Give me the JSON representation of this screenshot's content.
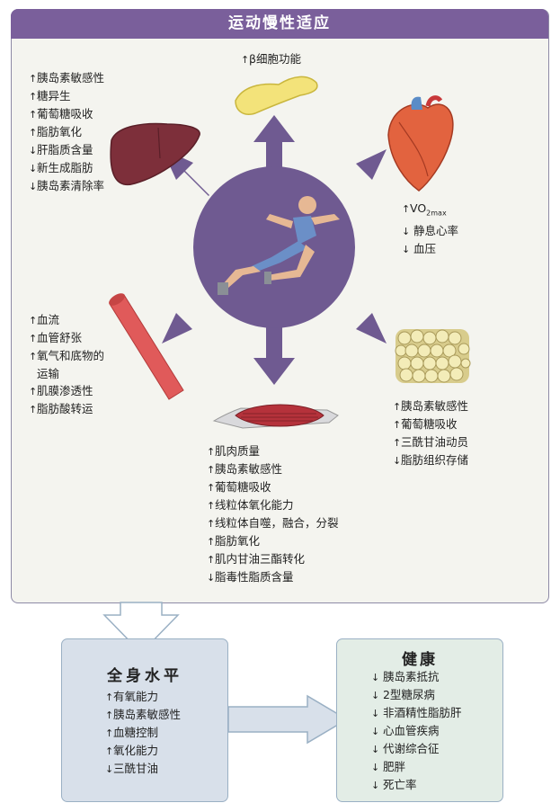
{
  "header": {
    "title": "运动慢性适应"
  },
  "pancreas": {
    "items": [
      {
        "arrow": "↑",
        "text": "β细胞功能"
      }
    ]
  },
  "liver": {
    "items": [
      {
        "arrow": "↑",
        "text": "胰岛素敏感性"
      },
      {
        "arrow": "↑",
        "text": "糖异生"
      },
      {
        "arrow": "↑",
        "text": "葡萄糖吸收"
      },
      {
        "arrow": "↑",
        "text": "脂肪氧化"
      },
      {
        "arrow": "↓",
        "text": "肝脂质含量"
      },
      {
        "arrow": "↓",
        "text": "新生成脂肪"
      },
      {
        "arrow": "↓",
        "text": "胰岛素清除率"
      }
    ]
  },
  "heart": {
    "vo2": {
      "arrow": "↑",
      "base": "VO",
      "sub": "2max"
    },
    "items": [
      {
        "arrow": "↓",
        "text": "静息心率"
      },
      {
        "arrow": "↓",
        "text": "血压"
      }
    ]
  },
  "vessel": {
    "items": [
      {
        "arrow": "↑",
        "text": "血流"
      },
      {
        "arrow": "↑",
        "text": "血管舒张"
      },
      {
        "arrow": "↑",
        "text": "氧气和底物的"
      },
      {
        "arrow": "",
        "text": "运输"
      },
      {
        "arrow": "↑",
        "text": "肌膜渗透性"
      },
      {
        "arrow": "↑",
        "text": "脂肪酸转运"
      }
    ]
  },
  "fat": {
    "items": [
      {
        "arrow": "↑",
        "text": "胰岛素敏感性"
      },
      {
        "arrow": "↑",
        "text": "葡萄糖吸收"
      },
      {
        "arrow": "↑",
        "text": "三酰甘油动员"
      },
      {
        "arrow": "↓",
        "text": "脂肪组织存储"
      }
    ]
  },
  "muscle": {
    "items": [
      {
        "arrow": "↑",
        "text": "肌肉质量"
      },
      {
        "arrow": "↑",
        "text": "胰岛素敏感性"
      },
      {
        "arrow": "↑",
        "text": "葡萄糖吸收"
      },
      {
        "arrow": "↑",
        "text": "线粒体氧化能力"
      },
      {
        "arrow": "↑",
        "text": "线粒体自噬，融合，分裂"
      },
      {
        "arrow": "↑",
        "text": "脂肪氧化"
      },
      {
        "arrow": "↑",
        "text": "肌内甘油三酯转化"
      },
      {
        "arrow": "↓",
        "text": "脂毒性脂质含量"
      }
    ]
  },
  "whole_body": {
    "title": "全身水平",
    "items": [
      {
        "arrow": "↑",
        "text": "有氧能力"
      },
      {
        "arrow": "↑",
        "text": "胰岛素敏感性"
      },
      {
        "arrow": "↑",
        "text": "血糖控制"
      },
      {
        "arrow": "↑",
        "text": "氧化能力"
      },
      {
        "arrow": "↓",
        "text": "三酰甘油"
      }
    ]
  },
  "health": {
    "title": "健康",
    "items": [
      {
        "arrow": "↓",
        "text": "胰岛素抵抗"
      },
      {
        "arrow": "↓",
        "text": "2型糖尿病"
      },
      {
        "arrow": "↓",
        "text": "非酒精性脂肪肝"
      },
      {
        "arrow": "↓",
        "text": "心血管疾病"
      },
      {
        "arrow": "↓",
        "text": "代谢综合征"
      },
      {
        "arrow": "↓",
        "text": "肥胖"
      },
      {
        "arrow": "↓",
        "text": "死亡率"
      }
    ]
  },
  "colors": {
    "header": "#7a5f9b",
    "hub": "#6f5a91",
    "whole_body_box": "#d8e0ea",
    "health_box": "#e3ede6",
    "muscle": "#b5323b",
    "vessel": "#e05a5a",
    "liver": "#7d2f3a"
  }
}
